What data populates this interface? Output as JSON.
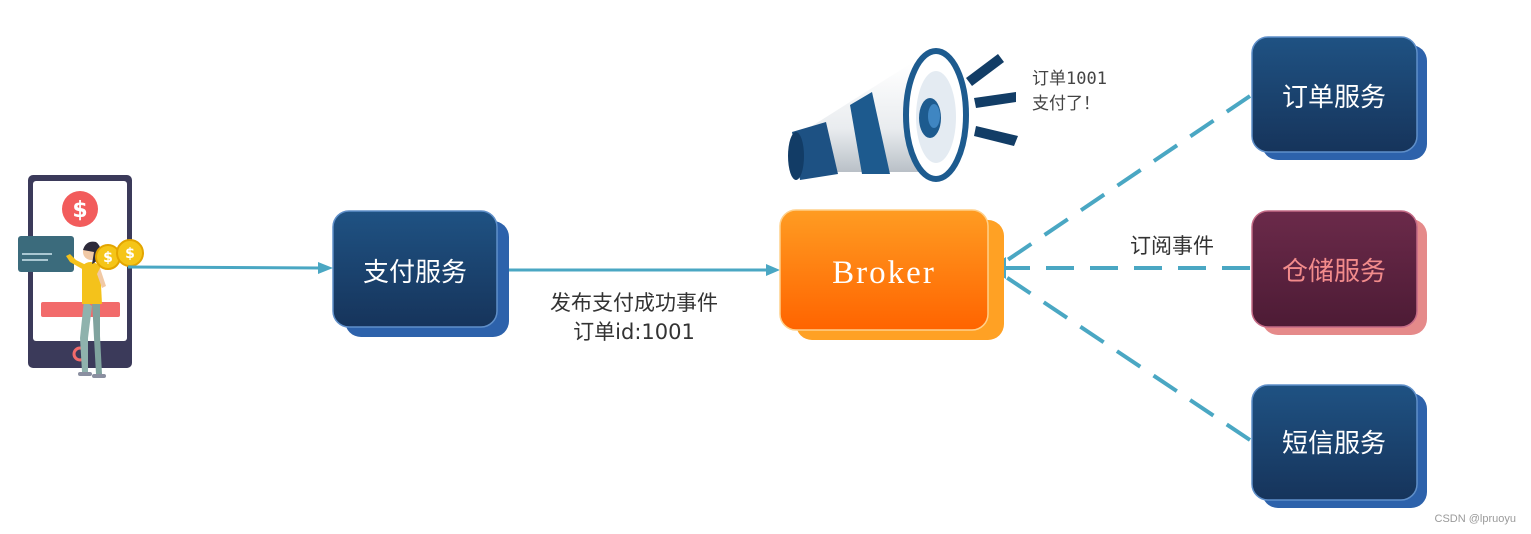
{
  "nodes": {
    "pay_service": "支付服务",
    "broker": "Broker",
    "order_service": "订单服务",
    "storage_service": "仓储服务",
    "sms_service": "短信服务"
  },
  "edges": {
    "publish_label_line1": "发布支付成功事件",
    "publish_label_line2": "订单id:1001",
    "subscribe_label": "订阅事件"
  },
  "announcement": {
    "line1": "订单1001",
    "line2": "支付了！"
  },
  "phone": {
    "currency_symbol": "$"
  },
  "watermark": "CSDN @lpruoyu",
  "icons": [
    "phone-payment-illustration",
    "megaphone-icon",
    "dollar-icon",
    "coin-icon",
    "credit-card-icon"
  ],
  "colors": {
    "service_box": "#1c4470",
    "service_box_shadow": "#2d62ab",
    "broker_box": "#ff7a0a",
    "broker_box_shadow": "#ffa124",
    "storage_box": "#5a2240",
    "storage_box_shadow": "#e58a8a",
    "storage_text": "#f28b8b",
    "arrow": "#4aa7c3",
    "phone_frame": "#3b3a5a",
    "alert_red": "#f25c5c",
    "coin_gold": "#f5c518"
  }
}
